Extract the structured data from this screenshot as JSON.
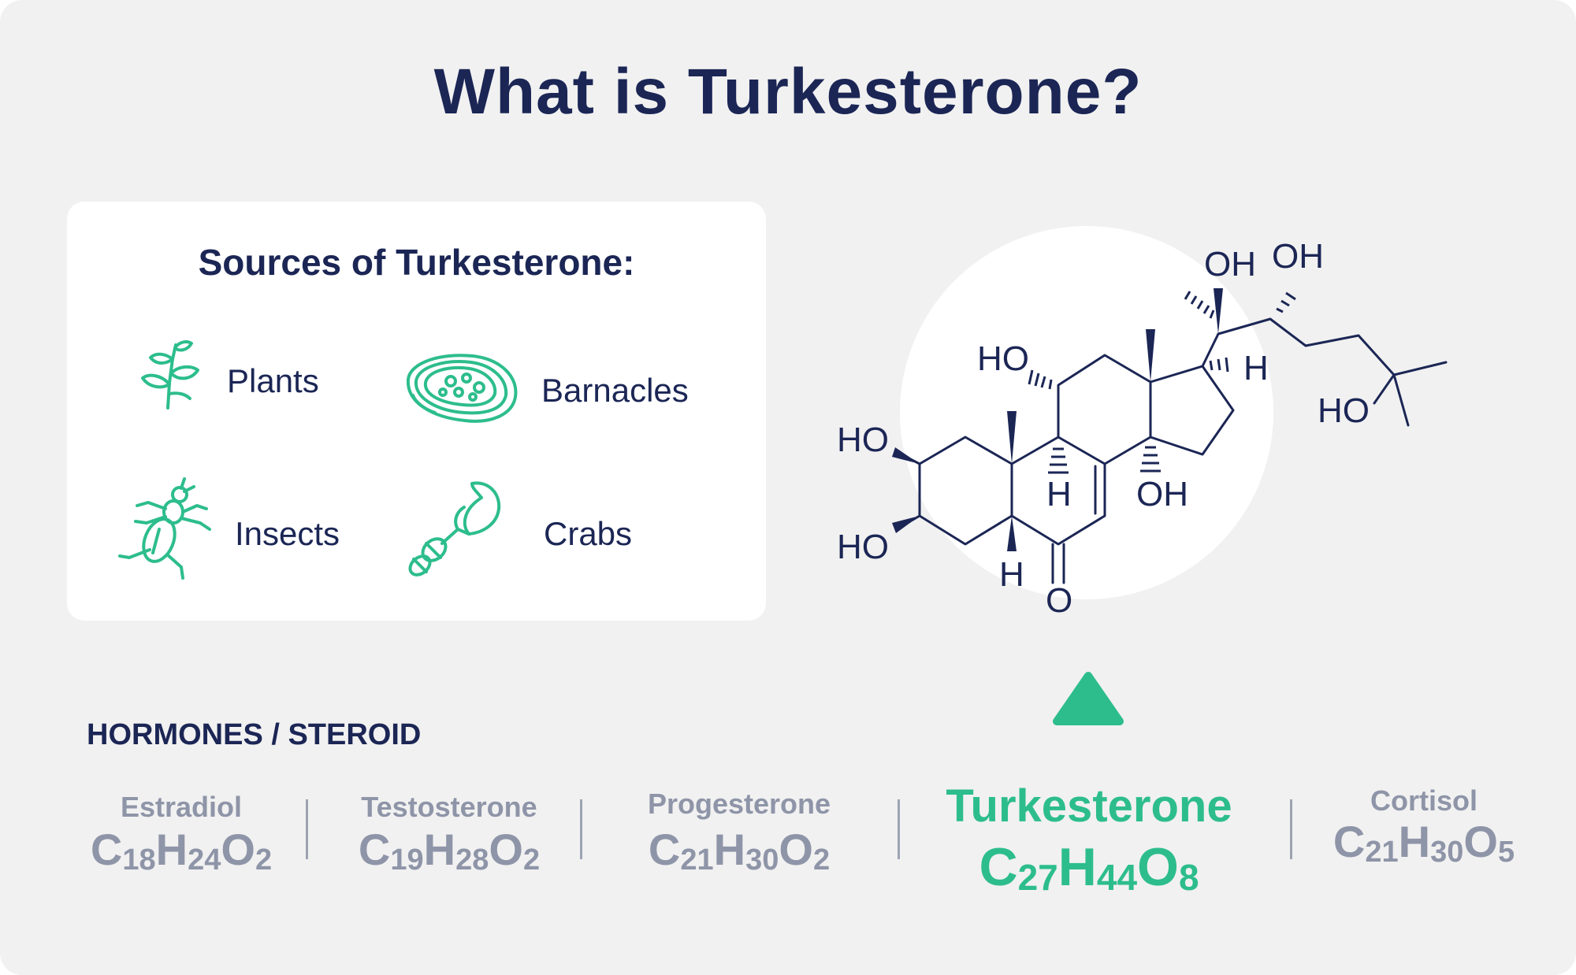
{
  "title": "What is Turkesterone?",
  "sources": {
    "heading": "Sources of Turkesterone:",
    "items": [
      {
        "label": "Plants",
        "icon": "leaf-icon"
      },
      {
        "label": "Barnacles",
        "icon": "barnacle-icon"
      },
      {
        "label": "Insects",
        "icon": "insect-icon"
      },
      {
        "label": "Crabs",
        "icon": "crab-claw-icon"
      }
    ]
  },
  "molecule": {
    "labels": [
      "OH",
      "OH",
      "HO",
      "H",
      "HO",
      "H",
      "OH",
      "HO",
      "HO",
      "H",
      "O"
    ]
  },
  "category_label": "HORMONES / STEROID",
  "hormones": [
    {
      "name": "Estradiol",
      "formula": [
        [
          "C",
          "18"
        ],
        [
          "H",
          "24"
        ],
        [
          "O",
          "2"
        ]
      ]
    },
    {
      "name": "Testosterone",
      "formula": [
        [
          "C",
          "19"
        ],
        [
          "H",
          "28"
        ],
        [
          "O",
          "2"
        ]
      ]
    },
    {
      "name": "Progesterone",
      "formula": [
        [
          "C",
          "21"
        ],
        [
          "H",
          "30"
        ],
        [
          "O",
          "2"
        ]
      ]
    },
    {
      "name": "Turkesterone",
      "formula": [
        [
          "C",
          "27"
        ],
        [
          "H",
          "44"
        ],
        [
          "O",
          "8"
        ]
      ],
      "highlight": true
    },
    {
      "name": "Cortisol",
      "formula": [
        [
          "C",
          "21"
        ],
        [
          "H",
          "30"
        ],
        [
          "O",
          "5"
        ]
      ]
    }
  ],
  "colors": {
    "navy": "#1b2655",
    "green": "#2dbd8d",
    "gray": "#8f95a8",
    "background": "#f1f1f1"
  }
}
